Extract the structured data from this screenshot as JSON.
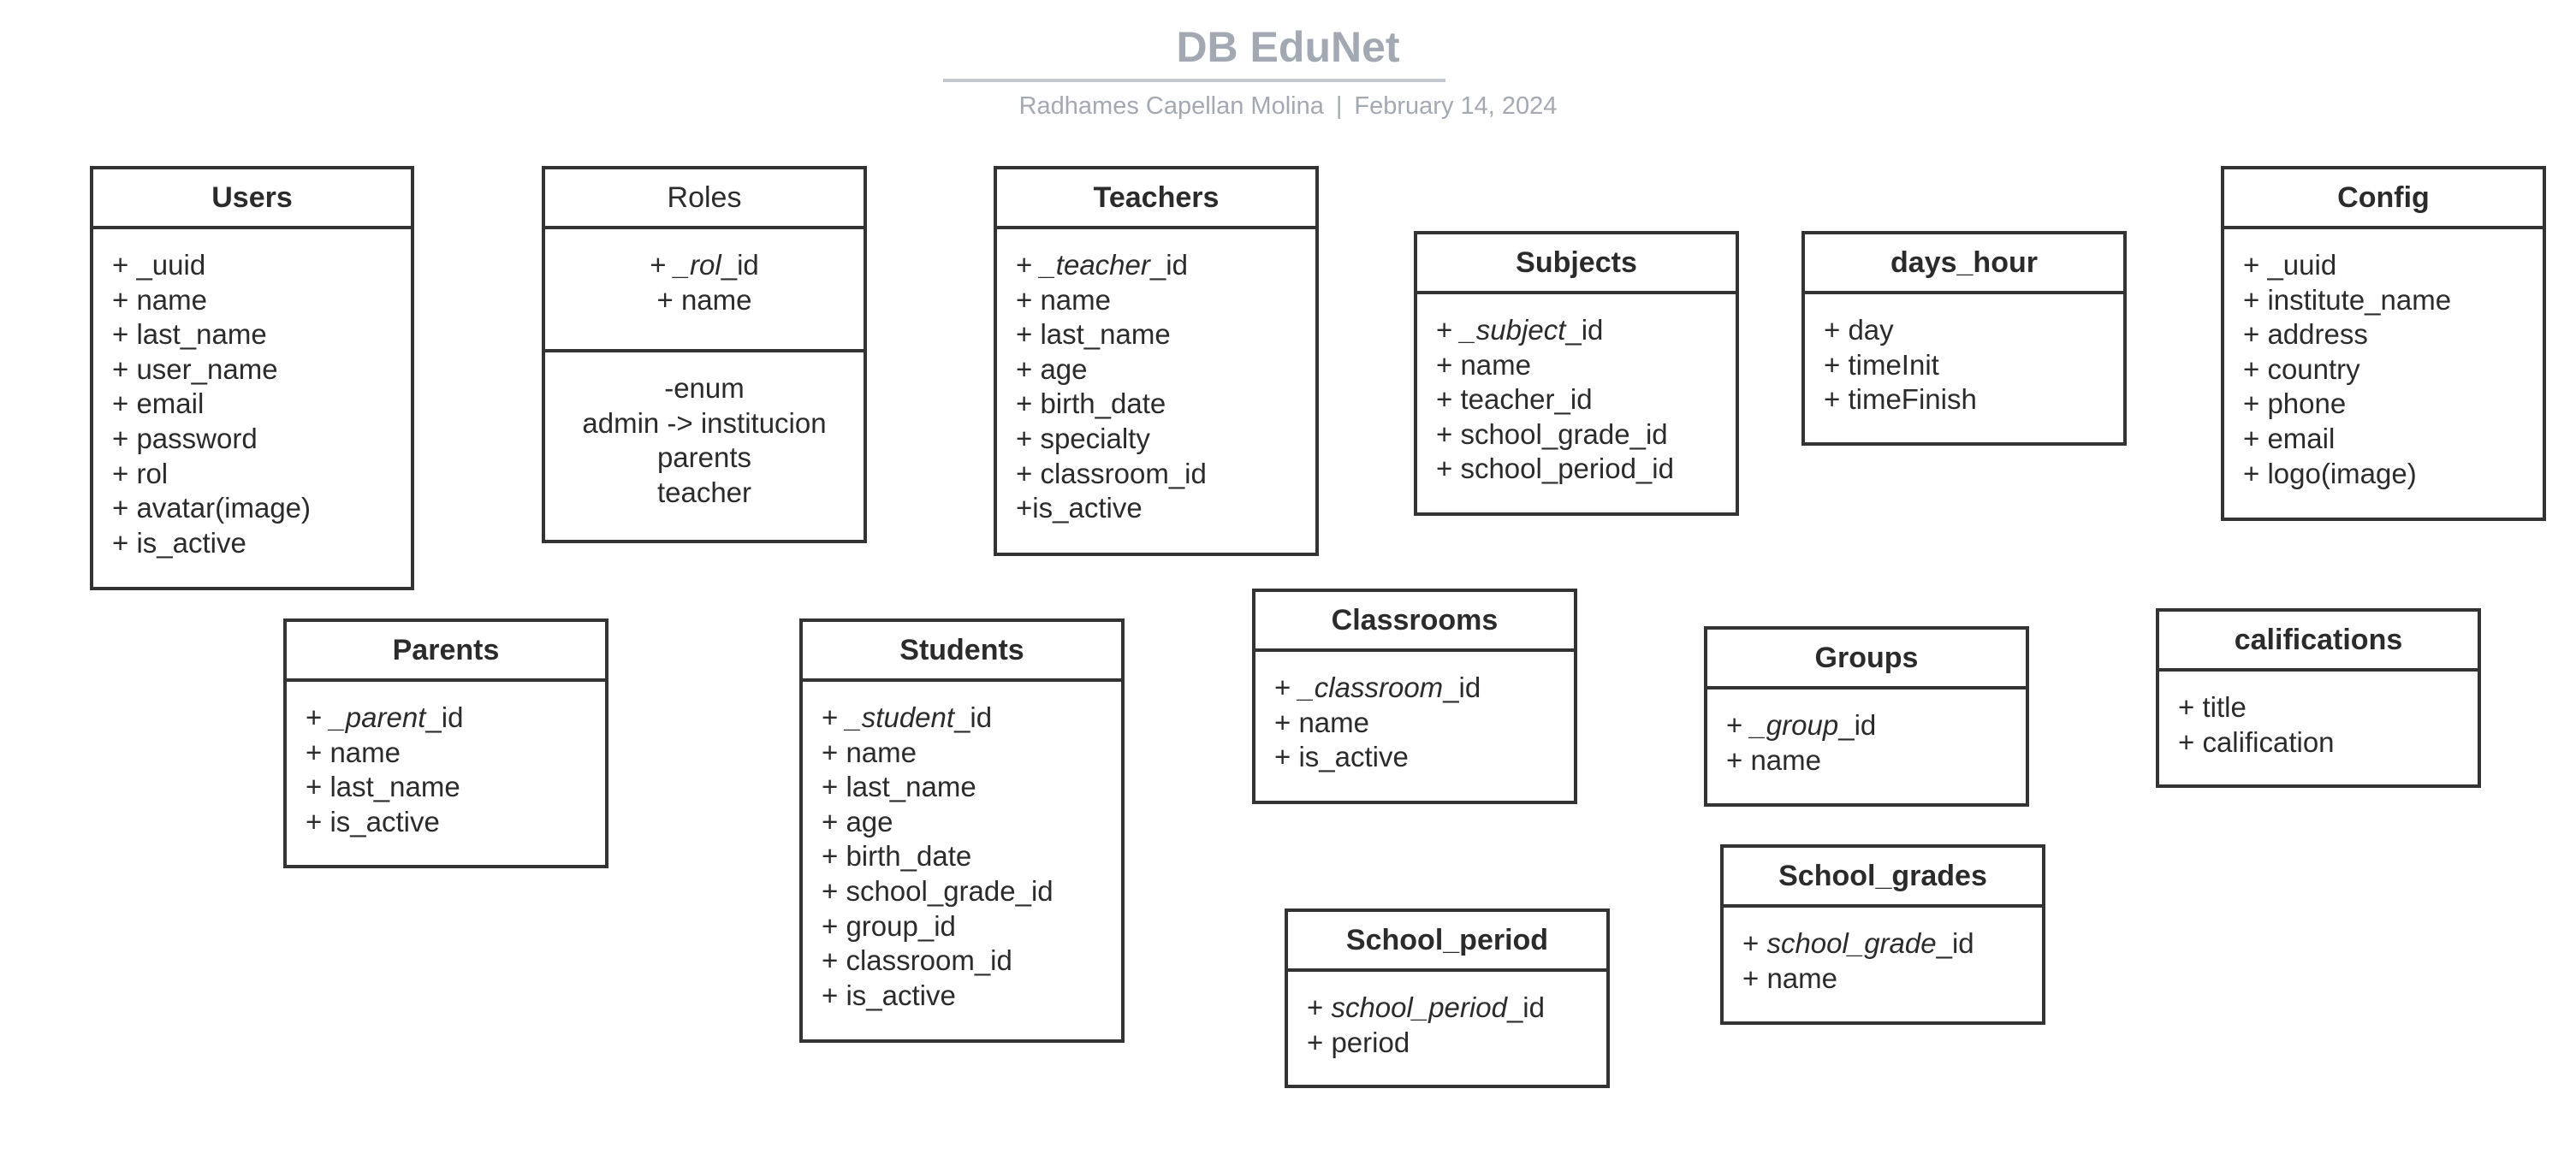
{
  "title": "DB EduNet",
  "subtitle": {
    "author": "Radhames Capellan Molina",
    "separator": "|",
    "date": "February 14, 2024"
  },
  "entities": {
    "users": {
      "name": "Users",
      "fields": [
        {
          "pre": "+ ",
          "it": "",
          "post": "_uuid"
        },
        {
          "pre": "+ ",
          "it": "",
          "post": "name"
        },
        {
          "pre": "+ ",
          "it": "",
          "post": "last_name"
        },
        {
          "pre": "+ ",
          "it": "",
          "post": "user_name"
        },
        {
          "pre": "+ ",
          "it": "",
          "post": "email"
        },
        {
          "pre": "+ ",
          "it": "",
          "post": "password"
        },
        {
          "pre": "+ ",
          "it": "",
          "post": "rol"
        },
        {
          "pre": "+ ",
          "it": "",
          "post": "avatar(image)"
        },
        {
          "pre": "+ ",
          "it": "",
          "post": "is_active"
        }
      ]
    },
    "roles": {
      "name": "Roles",
      "fields": [
        {
          "pre": "+ ",
          "it": "_rol",
          "post": "_id"
        },
        {
          "pre": "+ ",
          "it": "",
          "post": "name"
        }
      ],
      "notes": [
        "-enum",
        "admin -> institucion",
        "parents",
        "teacher"
      ]
    },
    "teachers": {
      "name": "Teachers",
      "fields": [
        {
          "pre": "+ ",
          "it": "_teacher",
          "post": "_id"
        },
        {
          "pre": "+ ",
          "it": "",
          "post": "name"
        },
        {
          "pre": "+ ",
          "it": "",
          "post": "last_name"
        },
        {
          "pre": "+ ",
          "it": "",
          "post": "age"
        },
        {
          "pre": "+ ",
          "it": "",
          "post": "birth_date"
        },
        {
          "pre": "+ ",
          "it": "",
          "post": "specialty"
        },
        {
          "pre": "+ ",
          "it": "",
          "post": "classroom_id"
        },
        {
          "pre": "+",
          "it": "",
          "post": "is_active"
        }
      ]
    },
    "subjects": {
      "name": "Subjects",
      "fields": [
        {
          "pre": "+ ",
          "it": "_subject",
          "post": "_id"
        },
        {
          "pre": "+ ",
          "it": "",
          "post": "name"
        },
        {
          "pre": "+ ",
          "it": "",
          "post": "teacher_id"
        },
        {
          "pre": "+ ",
          "it": "",
          "post": "school_grade_id"
        },
        {
          "pre": "+ ",
          "it": "",
          "post": "school_period_id"
        }
      ]
    },
    "days_hour": {
      "name": "days_hour",
      "fields": [
        {
          "pre": "+ ",
          "it": "",
          "post": "day"
        },
        {
          "pre": "+ ",
          "it": "",
          "post": "timeInit"
        },
        {
          "pre": "+ ",
          "it": "",
          "post": "timeFinish"
        }
      ]
    },
    "config": {
      "name": "Config",
      "fields": [
        {
          "pre": "+ ",
          "it": "",
          "post": "_uuid"
        },
        {
          "pre": "+ ",
          "it": "",
          "post": "institute_name"
        },
        {
          "pre": "+ ",
          "it": "",
          "post": "address"
        },
        {
          "pre": "+ ",
          "it": "",
          "post": "country"
        },
        {
          "pre": "+ ",
          "it": "",
          "post": "phone"
        },
        {
          "pre": "+ ",
          "it": "",
          "post": "email"
        },
        {
          "pre": "+ ",
          "it": "",
          "post": "logo(image)"
        }
      ]
    },
    "parents": {
      "name": "Parents",
      "fields": [
        {
          "pre": "+ ",
          "it": "_parent",
          "post": "_id"
        },
        {
          "pre": "+ ",
          "it": "",
          "post": "name"
        },
        {
          "pre": "+ ",
          "it": "",
          "post": "last_name"
        },
        {
          "pre": "+ ",
          "it": "",
          "post": "is_active"
        }
      ]
    },
    "students": {
      "name": "Students",
      "fields": [
        {
          "pre": "+ ",
          "it": "_student",
          "post": "_id"
        },
        {
          "pre": "+ ",
          "it": "",
          "post": "name"
        },
        {
          "pre": "+ ",
          "it": "",
          "post": "last_name"
        },
        {
          "pre": "+ ",
          "it": "",
          "post": "age"
        },
        {
          "pre": "+ ",
          "it": "",
          "post": "birth_date"
        },
        {
          "pre": "+ ",
          "it": "",
          "post": "school_grade_id"
        },
        {
          "pre": "+ ",
          "it": "",
          "post": "group_id"
        },
        {
          "pre": "+ ",
          "it": "",
          "post": "classroom_id"
        },
        {
          "pre": "+ ",
          "it": "",
          "post": "is_active"
        }
      ]
    },
    "classrooms": {
      "name": "Classrooms",
      "fields": [
        {
          "pre": "+ ",
          "it": "_classroom",
          "post": "_id"
        },
        {
          "pre": "+ ",
          "it": "",
          "post": "name"
        },
        {
          "pre": "+ ",
          "it": "",
          "post": "is_active"
        }
      ]
    },
    "groups": {
      "name": "Groups",
      "fields": [
        {
          "pre": "+ ",
          "it": "_group",
          "post": "_id"
        },
        {
          "pre": "+ ",
          "it": "",
          "post": "name"
        }
      ]
    },
    "califications": {
      "name": "califications",
      "fields": [
        {
          "pre": "+ ",
          "it": "",
          "post": "title"
        },
        {
          "pre": "+ ",
          "it": "",
          "post": "calification"
        }
      ]
    },
    "school_grades": {
      "name": "School_grades",
      "fields": [
        {
          "pre": "+ ",
          "it": "school_grade",
          "post": "_id"
        },
        {
          "pre": "+ ",
          "it": "",
          "post": "name"
        }
      ]
    },
    "school_period": {
      "name": "School_period",
      "fields": [
        {
          "pre": "+ ",
          "it": "school_period",
          "post": "_id"
        },
        {
          "pre": "+ ",
          "it": "",
          "post": "period"
        }
      ]
    }
  }
}
